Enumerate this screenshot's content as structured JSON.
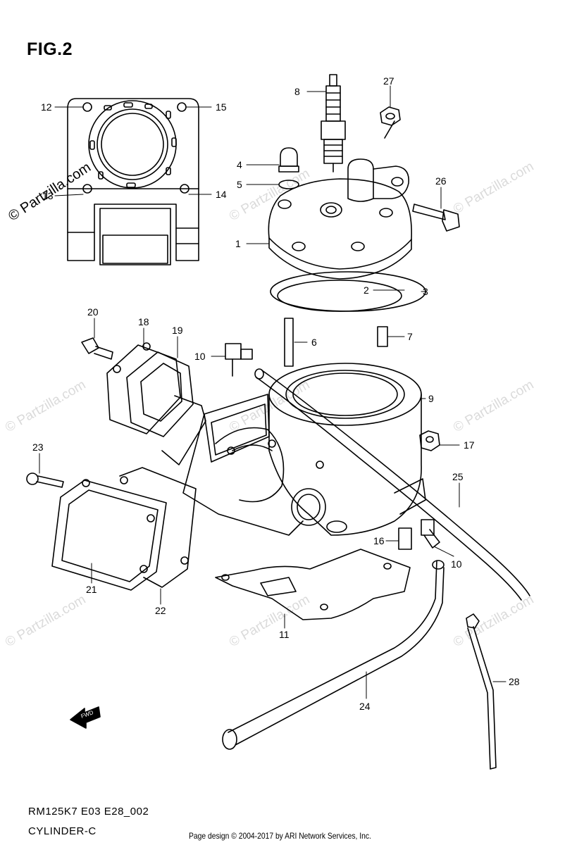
{
  "figure_label": "FIG.2",
  "diagram_code": "RM125K7 E03 E28_002",
  "diagram_title": "CYLINDER-C",
  "footer": "Page design © 2004-2017 by ARI Network Services, Inc.",
  "watermark": "© Partzilla.com",
  "fwd_label": "FWD",
  "callouts": [
    "1",
    "2",
    "3",
    "4",
    "5",
    "6",
    "7",
    "8",
    "9",
    "10",
    "10",
    "11",
    "12",
    "13",
    "14",
    "15",
    "16",
    "17",
    "18",
    "19",
    "20",
    "21",
    "22",
    "23",
    "24",
    "25",
    "26",
    "27",
    "28"
  ]
}
